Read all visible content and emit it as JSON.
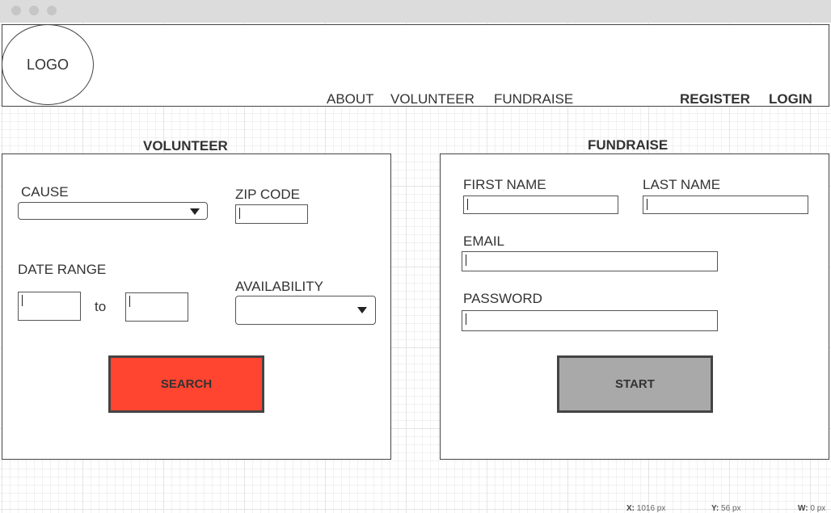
{
  "header": {
    "logo_text": "LOGO",
    "nav": [
      "ABOUT",
      "VOLUNTEER",
      "FUNDRAISE"
    ],
    "register": "REGISTER",
    "login": "LOGIN"
  },
  "volunteer": {
    "title": "VOLUNTEER",
    "cause_label": "CAUSE",
    "zip_label": "ZIP CODE",
    "date_range_label": "DATE RANGE",
    "to_label": "to",
    "availability_label": "AVAILABILITY",
    "search_button": "SEARCH"
  },
  "fundraise": {
    "title": "FUNDRAISE",
    "first_name_label": "FIRST NAME",
    "last_name_label": "LAST NAME",
    "email_label": "EMAIL",
    "password_label": "PASSWORD",
    "start_button": "START"
  },
  "status": {
    "x_label": "X:",
    "x_value": "1016 px",
    "y_label": "Y:",
    "y_value": "56 px",
    "w_label": "W:",
    "w_value": "0 px"
  },
  "colors": {
    "search_button_bg": "#ff4530",
    "start_button_bg": "#a9a9a9"
  }
}
